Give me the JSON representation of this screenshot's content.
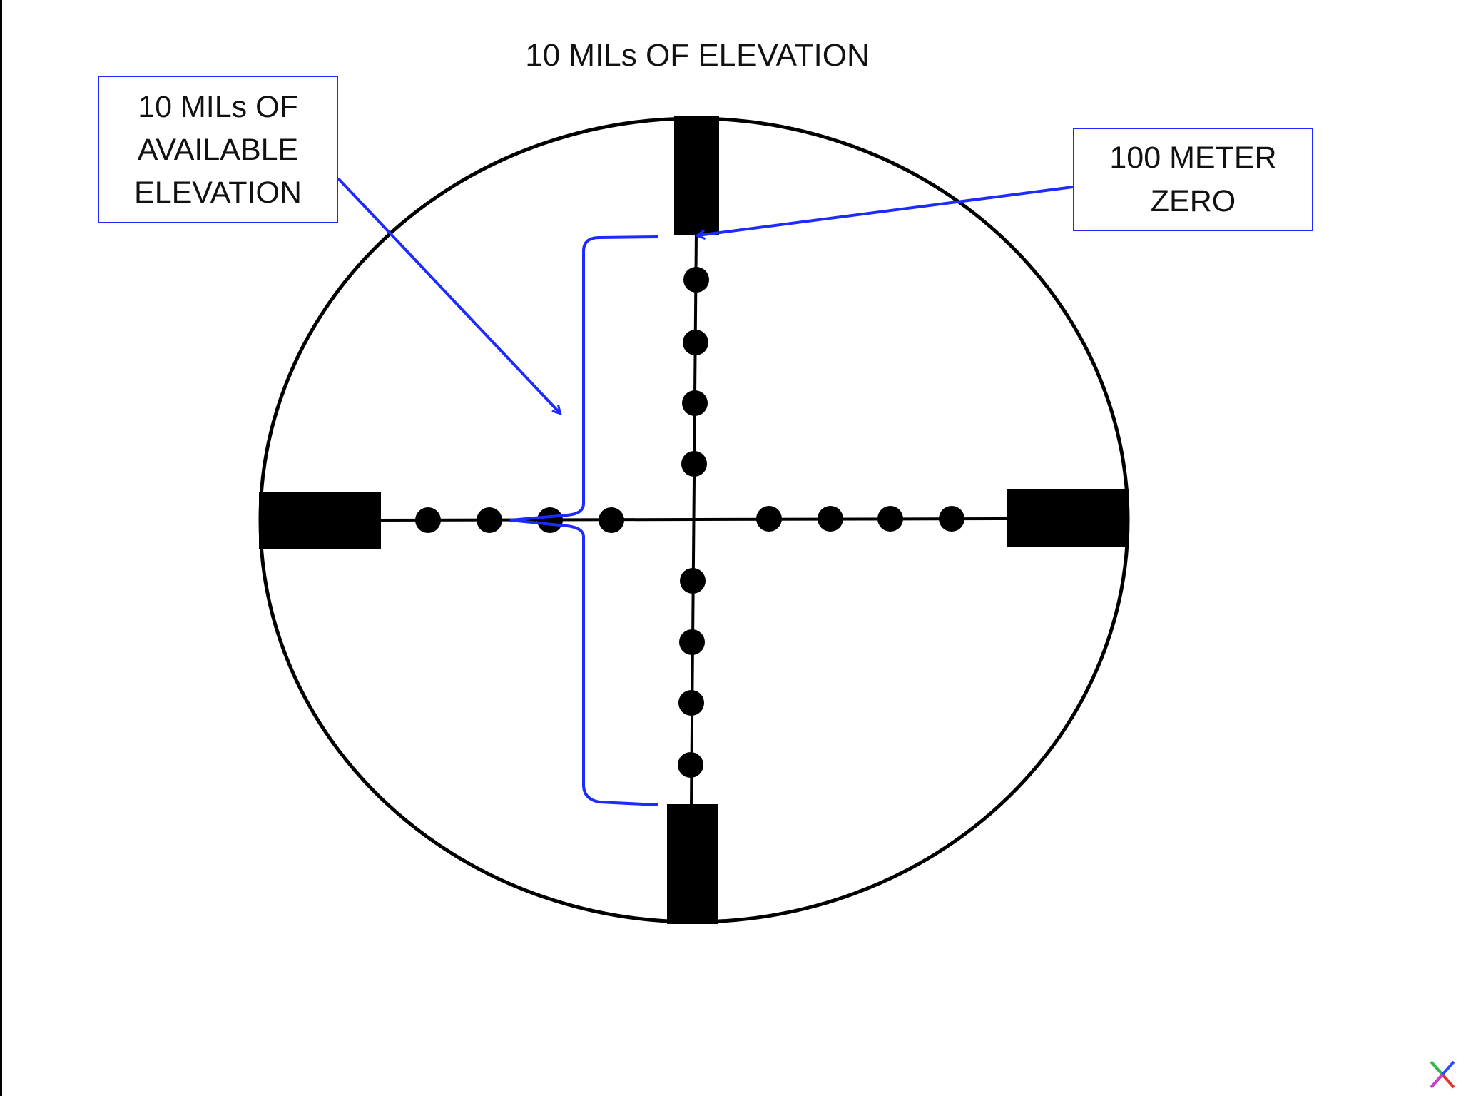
{
  "title": "10 MILs OF ELEVATION",
  "callouts": {
    "available_elevation": "10 MILs OF\nAVAILABLE\nELEVATION",
    "zero": "100 METER\nZERO"
  },
  "reticle": {
    "mil_dots_per_arm": 4,
    "elevation_mils": 10
  },
  "colors": {
    "reticle": "#000000",
    "annotation": "#1e2bff",
    "background": "#ffffff"
  },
  "icons": {
    "corner_logo": "x-logo-icon"
  }
}
